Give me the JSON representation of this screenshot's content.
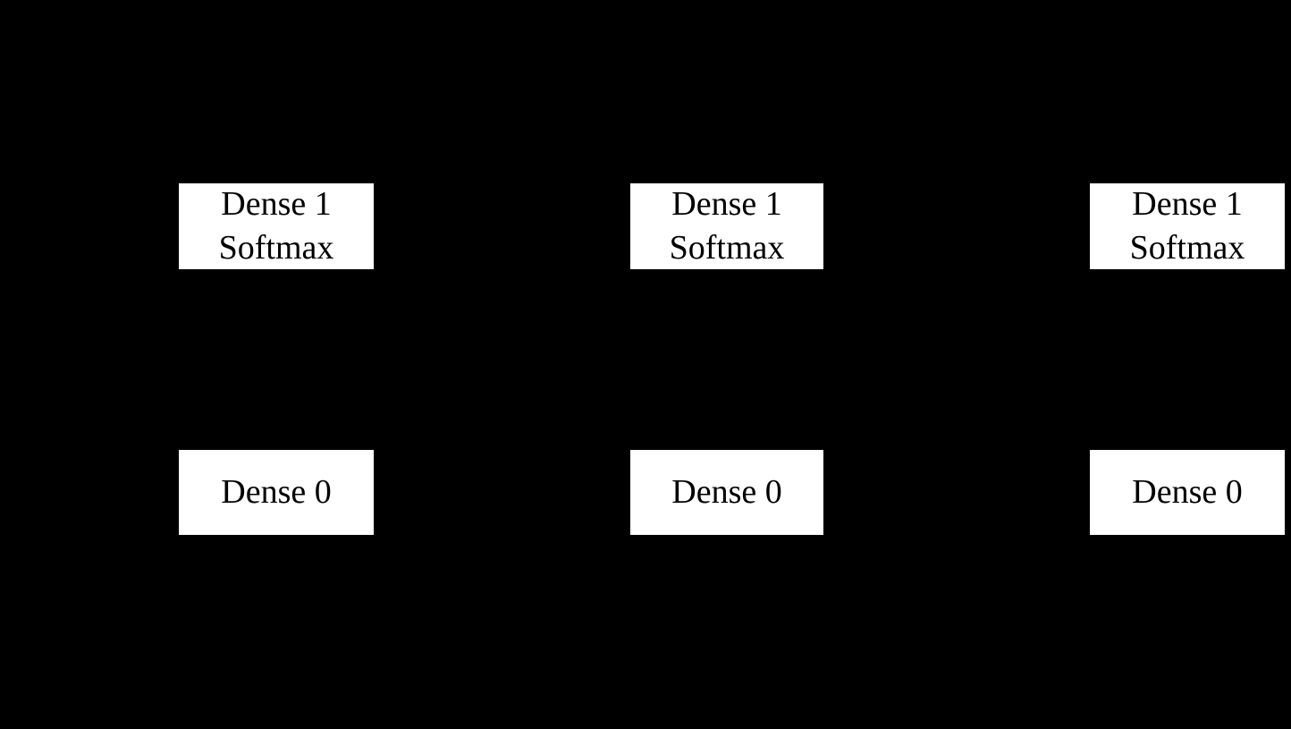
{
  "figure": {
    "background_color": "#000000",
    "box_background_color": "#ffffff",
    "box_text_color": "#000000"
  },
  "columns": [
    {
      "top_box": {
        "line1": "Dense 1",
        "line2": "Softmax"
      },
      "bottom_box": {
        "label": "Dense 0"
      }
    },
    {
      "top_box": {
        "line1": "Dense 1",
        "line2": "Softmax"
      },
      "bottom_box": {
        "label": "Dense 0"
      }
    },
    {
      "top_box": {
        "line1": "Dense 1",
        "line2": "Softmax"
      },
      "bottom_box": {
        "label": "Dense 0"
      }
    }
  ]
}
